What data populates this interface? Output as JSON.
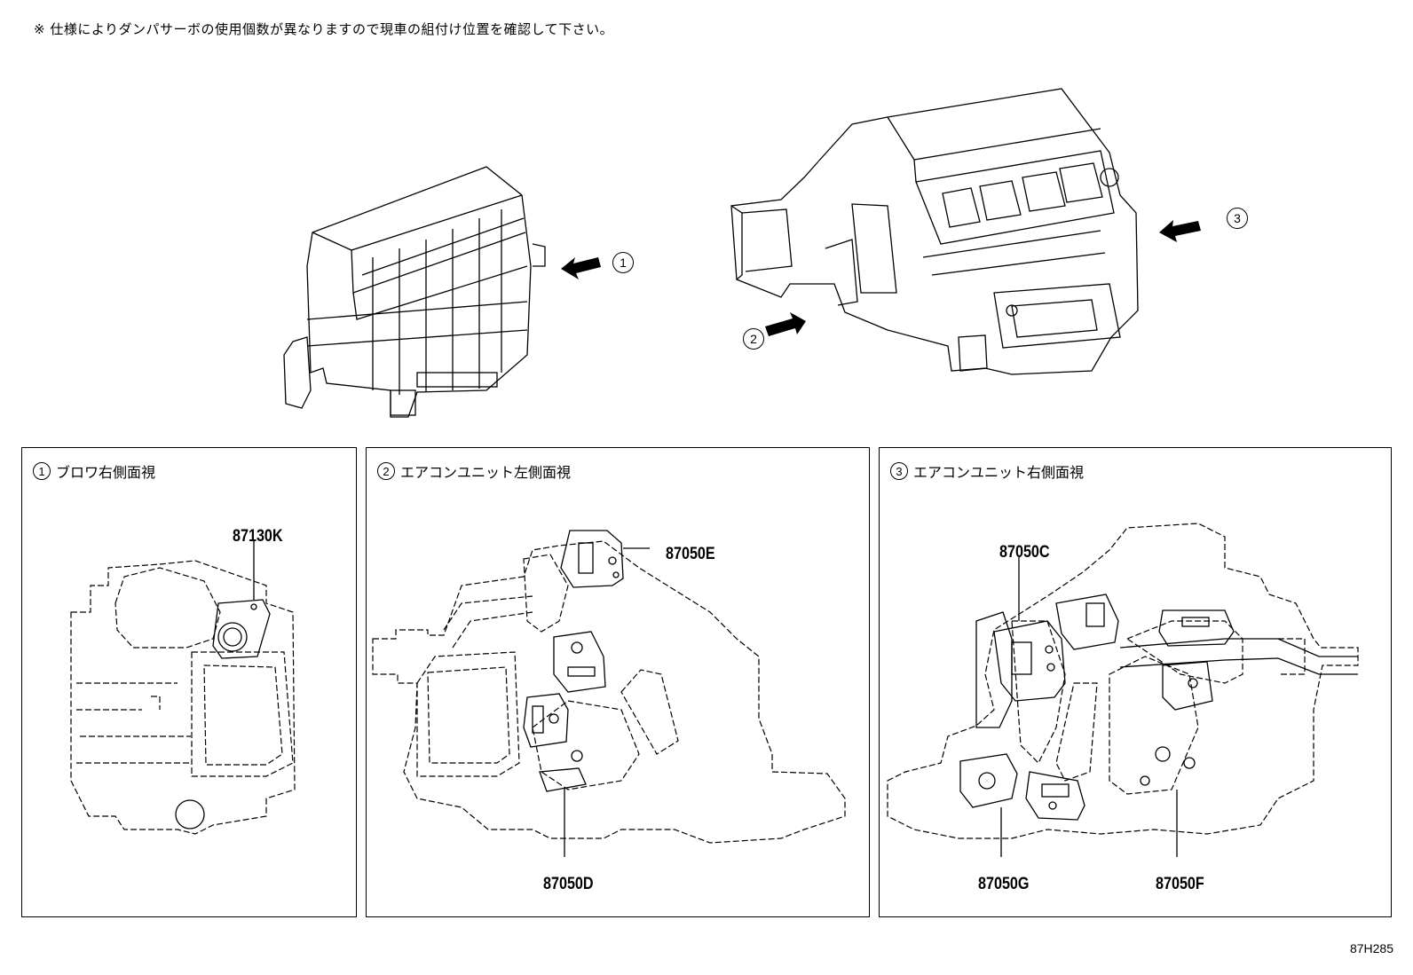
{
  "note": "※  仕様によりダンパサーボの使用個数が異なりますので現車の組付け位置を確認して下さい。",
  "drawing_code": "87H285",
  "callouts": [
    {
      "num": "1"
    },
    {
      "num": "2"
    },
    {
      "num": "3"
    }
  ],
  "panels": [
    {
      "num": "1",
      "title": "ブロワ右側面視",
      "parts": [
        "87130K"
      ]
    },
    {
      "num": "2",
      "title": "エアコンユニット左側面視",
      "parts": [
        "87050E",
        "87050D"
      ]
    },
    {
      "num": "3",
      "title": "エアコンユニット右側面視",
      "parts": [
        "87050C",
        "87050G",
        "87050F"
      ]
    }
  ]
}
